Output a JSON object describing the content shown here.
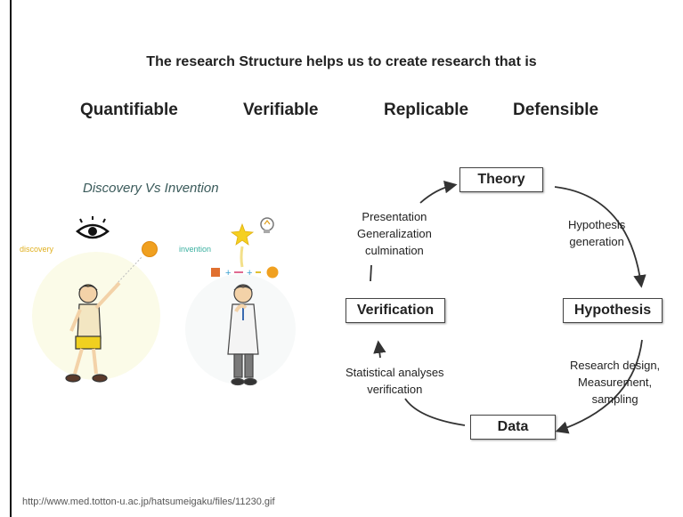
{
  "headline": "The research Structure helps us to create research that is",
  "qualities": [
    "Quantifiable",
    "Verifiable",
    "Replicable",
    "Defensible"
  ],
  "illustration": {
    "title": "Discovery Vs Invention",
    "discovery_label": "discovery",
    "invention_label": "invention"
  },
  "cycle": {
    "nodes": {
      "theory": "Theory",
      "hypothesis": "Hypothesis",
      "data": "Data",
      "verification": "Verification"
    },
    "steps": {
      "theory_to_hypothesis": [
        "Hypothesis",
        "generation"
      ],
      "hypothesis_to_data": [
        "Research design,",
        "Measurement,",
        "sampling"
      ],
      "data_to_verification": [
        "Statistical analyses",
        "verification"
      ],
      "verification_to_theory": [
        "Presentation",
        "Generalization",
        "culmination"
      ]
    }
  },
  "footer": "http://www.med.totton-u.ac.jp/hatsumeigaku/files/11230.gif"
}
